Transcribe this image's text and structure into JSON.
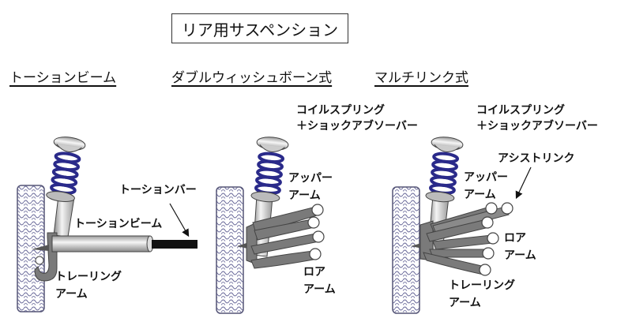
{
  "title": "リア用サスペンション",
  "sections": [
    {
      "heading": "トーションビーム",
      "labels": {
        "torsion_bar": "トーションバー",
        "torsion_beam": "トーションビーム",
        "trailing_arm_1": "トレーリング",
        "trailing_arm_2": "アーム"
      }
    },
    {
      "heading": "ダブルウィッシュボーン式",
      "labels": {
        "coil_spring": "コイルスプリング",
        "shock_absorber": "＋ショックアブソーバー",
        "upper_arm_1": "アッパー",
        "upper_arm_2": "アーム",
        "lower_arm_1": "ロア",
        "lower_arm_2": "アーム"
      }
    },
    {
      "heading": "マルチリンク式",
      "labels": {
        "coil_spring": "コイルスプリング",
        "shock_absorber": "＋ショックアブソーバー",
        "assist_link": "アシストリンク",
        "upper_arm_1": "アッパー",
        "upper_arm_2": "アーム",
        "lower_arm_1": "ロア",
        "lower_arm_2": "アーム",
        "trailing_arm_1": "トレーリング",
        "trailing_arm_2": "アーム"
      }
    }
  ],
  "colors": {
    "spring": "#2a2a8a",
    "arm": "#7a7a7a",
    "tire_outline": "#555577",
    "bar": "#111111"
  }
}
